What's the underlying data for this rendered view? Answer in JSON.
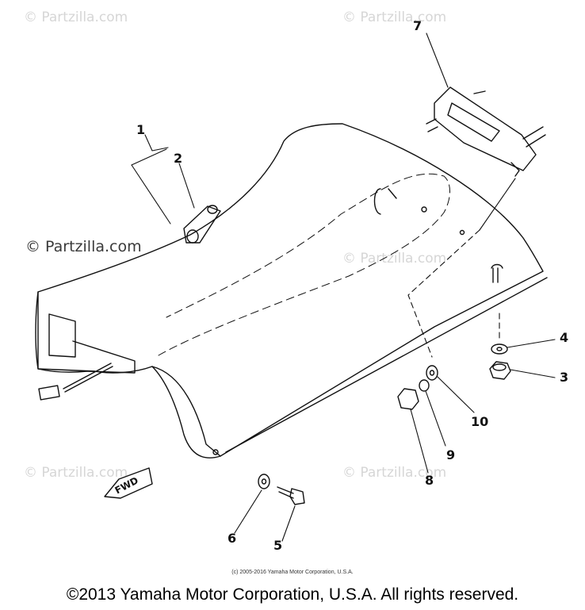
{
  "watermarks": {
    "faint": "© Partzilla.com",
    "dark": "© Partzilla.com"
  },
  "callouts": {
    "c1": "1",
    "c2": "2",
    "c3": "3",
    "c4": "4",
    "c5": "5",
    "c6": "6",
    "c7": "7",
    "c8": "8",
    "c9": "9",
    "c10": "10"
  },
  "fwd_label": "FWD",
  "fine_print": "(c) 2005-2016 Yamaha Motor Corporation, U.S.A.",
  "copyright": "©2013 Yamaha Motor Corporation, U.S.A. All rights reserved."
}
